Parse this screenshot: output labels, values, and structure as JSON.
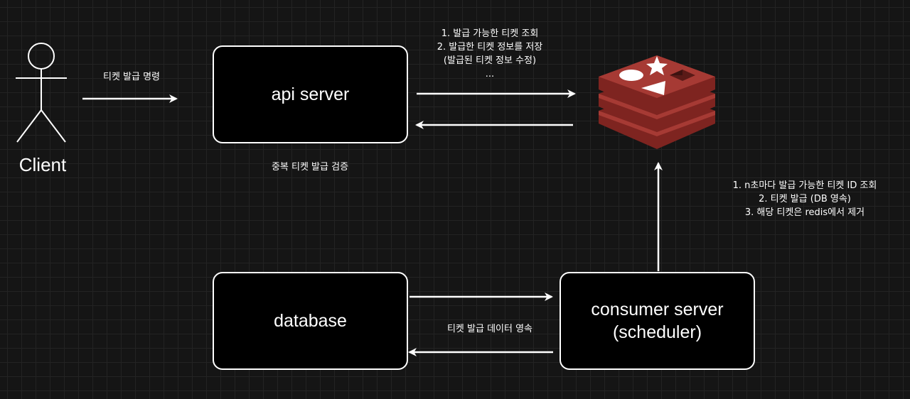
{
  "diagram": {
    "actor": {
      "label": "Client"
    },
    "nodes": {
      "api_server": "api server",
      "database": "database",
      "consumer_line1": "consumer server",
      "consumer_line2": "(scheduler)",
      "redis_icon": "redis-logo-icon"
    },
    "edge_labels": {
      "client_to_api": "티켓 발급 명령",
      "api_to_redis": [
        "1. 발급 가능한 티켓 조회",
        "2. 발급한 티켓 정보를 저장",
        "(발급된 티켓 정보 수정)",
        "..."
      ],
      "api_note": "중복 티켓 발급 검증",
      "consumer_to_redis": [
        "1. n초마다 발급 가능한  티켓 ID 조회",
        "2. 티켓 발급 (DB 영속)",
        "3.  해당 티켓은 redis에서 제거"
      ],
      "consumer_to_database": "티켓 발급 데이터 영속"
    },
    "colors": {
      "background": "#151515",
      "grid": "#232323",
      "node_fill": "#000000",
      "stroke": "#ffffff",
      "redis_top": "#a63a34",
      "redis_dark": "#7e2420"
    }
  }
}
